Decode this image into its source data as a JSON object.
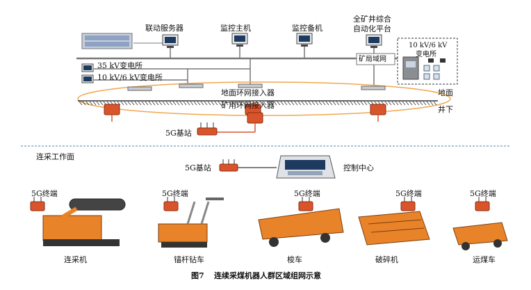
{
  "title": {
    "figure_no": "图7",
    "text": "连续采煤机器人群区域组网示意"
  },
  "top_nodes": {
    "linkage_server": "联动服务器",
    "monitor_host": "监控主机",
    "monitor_backup": "监控备机",
    "automation_platform_line1": "全矿井综合",
    "automation_platform_line2": "自动化平台"
  },
  "network": {
    "mine_lan": "矿局域网",
    "substation_35kv": "35 kV变电所",
    "substation_10kv": "10 kV/6 kV变电所",
    "substation_box_line1": "10 kV/6 kV",
    "substation_box_line2": "变电所",
    "surface_ring": "地面环网接入器",
    "mine_ring": "矿用环网接入器",
    "surface": "地面",
    "underground": "井下",
    "base_station_upper": "5G基站"
  },
  "work_face": {
    "title": "连采工作面",
    "base_station": "5G基站",
    "control_center": "控制中心",
    "terminal": "5G终端",
    "machines": [
      "连采机",
      "锚杆钻车",
      "梭车",
      "破碎机",
      "运煤车"
    ]
  },
  "colors": {
    "accent": "#e9832a",
    "ring": "#f0a74e",
    "device_red": "#d9542b",
    "line": "#555555",
    "dashed": "#4a8ab5"
  }
}
